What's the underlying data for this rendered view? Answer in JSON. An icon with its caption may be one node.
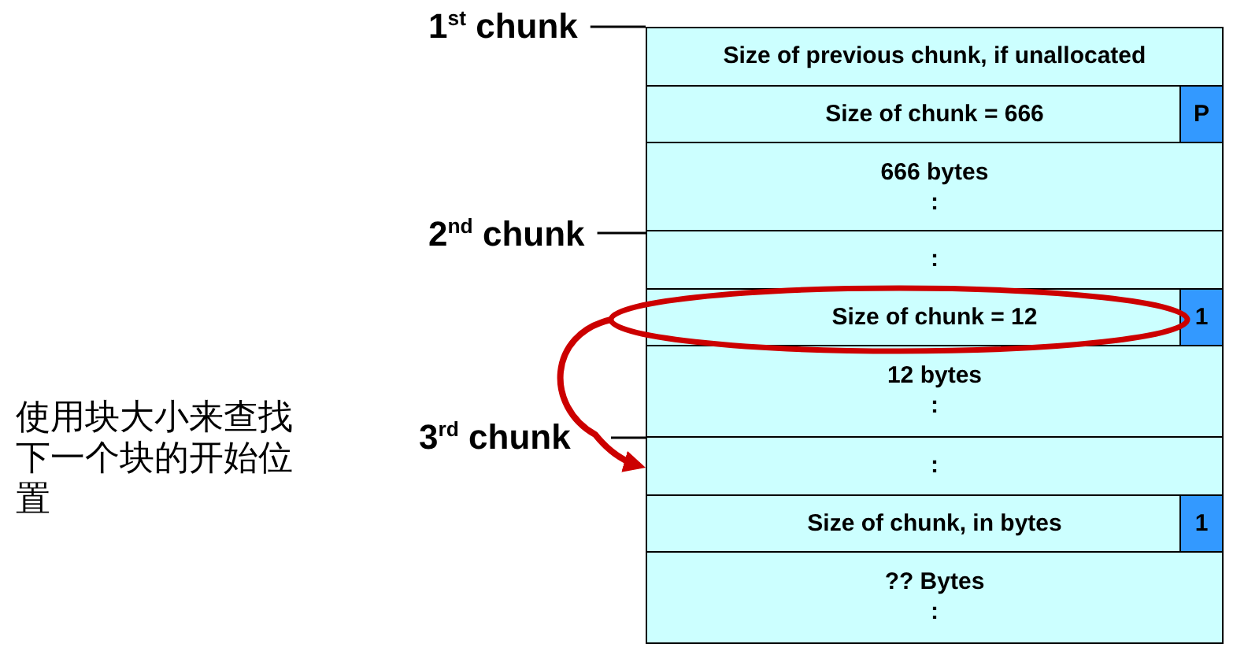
{
  "diagram": {
    "nodes": [
      {
        "text": [
          "1$^{st}$ chunk"
        ]
      },
      {
        "text": [
          "Size of previous chunk, if unallocated"
        ]
      },
      {
        "text": [
          "Size of chunk = 666"
        ]
      },
      {
        "text": [
          "P"
        ],
        "in": 2
      },
      {
        "text": [
          "666 bytes",
          ":"
        ]
      },
      {
        "text": [
          "2$^{nd}$ chunk"
        ]
      },
      {
        "text": [
          ":"
        ]
      },
      {
        "text": [
          "Size of chunk = 12"
        ]
      },
      {
        "text": [
          "1"
        ],
        "in": 7
      },
      {
        "text": [],
        "shape": "ellipse"
      },
      {
        "text": [
          "12 bytes",
          ":"
        ]
      },
      {
        "text": [
          "3$^{rd}$ chunk"
        ]
      },
      {
        "text": [
          ":"
        ]
      },
      {
        "text": [
          "Size of chunk, in bytes"
        ]
      },
      {
        "text": [
          "1"
        ],
        "in": 13
      },
      {
        "text": [
          "?? Bytes",
          ":"
        ]
      }
    ],
    "edges": [
      {
        "from": 0,
        "to": 1,
        "arrow": "none"
      },
      {
        "from": 5,
        "to": 6,
        "arrow": "none"
      },
      {
        "from": 11,
        "to": 12,
        "arrow": "none"
      },
      {
        "from": 9,
        "to": 12,
        "arrow": "to",
        "style": "thick",
        "color": "#cc0000"
      }
    ],
    "labels": [
      "使用块大小来查找下一个块的开始位置"
    ]
  }
}
